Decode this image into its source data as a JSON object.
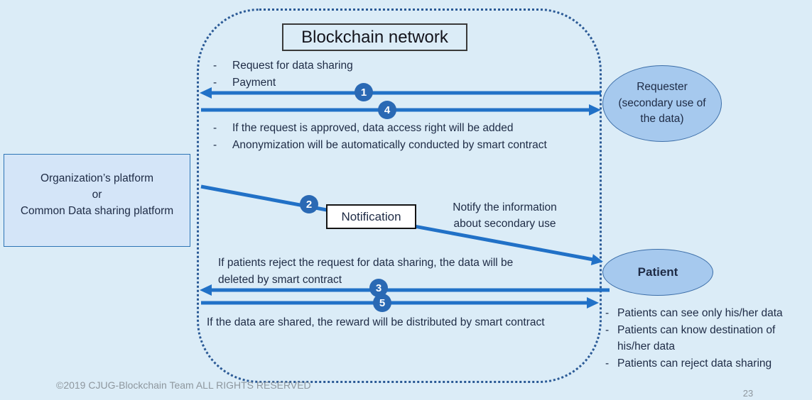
{
  "colors": {
    "background": "#dbecf7",
    "arrow": "#2171c7",
    "circle_fill": "#2a69b4",
    "ellipse_fill": "#a6c9ee",
    "ellipse_border": "#3c6ea8",
    "box_fill": "#d4e5f8",
    "box_border": "#2e75b6",
    "dotted_border": "#2b5a96",
    "text": "#1e2b45",
    "footer_text": "#8e979e"
  },
  "dash": "-",
  "title": "Blockchain network",
  "nodes": {
    "platform": "Organization’s platform\nor\nCommon Data sharing platform",
    "requester": "Requester (secondary use of the data)",
    "patient": "Patient",
    "notification": "Notification"
  },
  "steps": [
    "1",
    "2",
    "3",
    "4",
    "5"
  ],
  "annotations": {
    "request_list": [
      "Request for data sharing",
      "Payment"
    ],
    "approval_list": [
      "If the request is approved, data access right will be added",
      "Anonymization will be automatically conducted by smart contract"
    ],
    "notify": "Notify the information\nabout secondary use",
    "reject_text": "If patients reject the request for data sharing, the data will be\ndeleted by smart contract",
    "reward_text": "If the data are shared, the reward will be distributed by smart contract",
    "patient_rights": [
      "Patients can see only his/her data",
      "Patients can know destination of\nhis/her data",
      "Patients can reject data sharing"
    ]
  },
  "footer": {
    "copyright": "©2019 CJUG-Blockchain Team ALL RIGHTS RESERVED",
    "page_number": "23"
  }
}
